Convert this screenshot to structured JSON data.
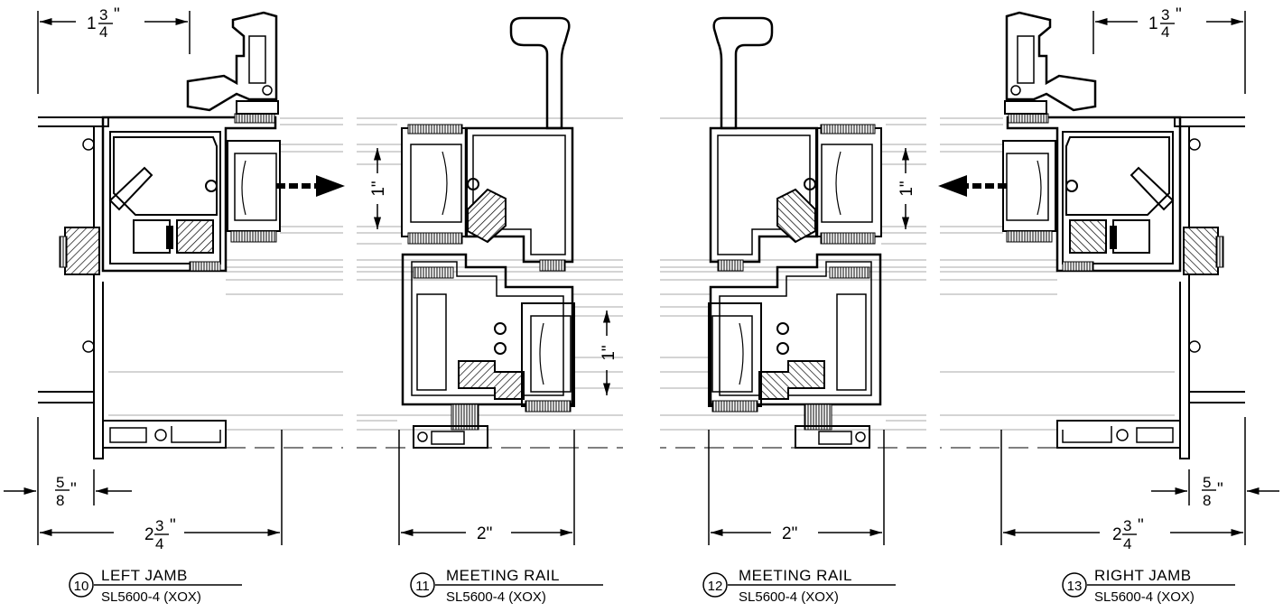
{
  "details": [
    {
      "number": "10",
      "title": "LEFT JAMB",
      "subtitle": "SL5600-4 (XOX)"
    },
    {
      "number": "11",
      "title": "MEETING RAIL",
      "subtitle": "SL5600-4 (XOX)"
    },
    {
      "number": "12",
      "title": "MEETING RAIL",
      "subtitle": "SL5600-4 (XOX)"
    },
    {
      "number": "13",
      "title": "RIGHT JAMB",
      "subtitle": "SL5600-4 (XOX)"
    }
  ],
  "dims": {
    "jamb_top_whole": "1",
    "jamb_top_num": "3",
    "jamb_top_den": "4",
    "jamb_small_num": "5",
    "jamb_small_den": "8",
    "jamb_bottom_whole": "2",
    "jamb_bottom_num": "3",
    "jamb_bottom_den": "4",
    "rail_width": "2\"",
    "glass": "1\""
  }
}
